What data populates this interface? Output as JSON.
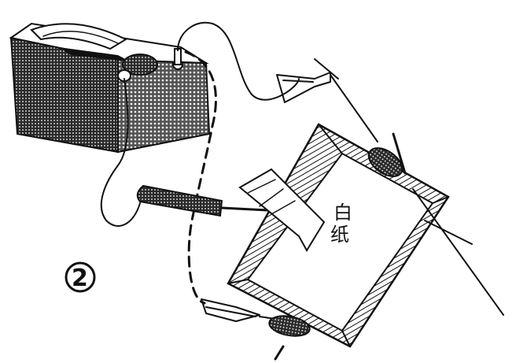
{
  "figure": {
    "label_number": "2",
    "paper_text_line1": "白",
    "paper_text_line2": "纸"
  }
}
